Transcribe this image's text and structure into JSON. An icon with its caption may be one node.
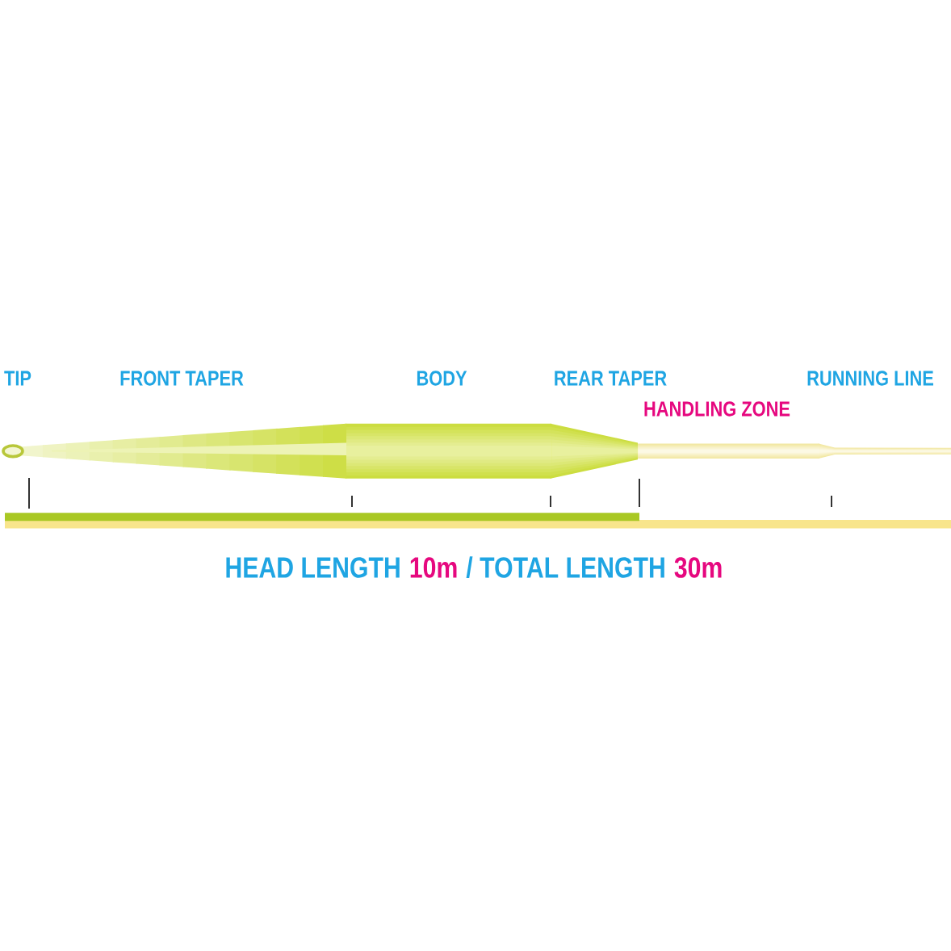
{
  "diagram": {
    "labels": [
      "TIP",
      "FRONT TAPER",
      "BODY",
      "REAR TAPER",
      "HANDLING ZONE",
      "RUNNING LINE",
      "HEAD LENGTH",
      "10m",
      "/ TOTAL LENGTH",
      "30m"
    ]
  }
}
